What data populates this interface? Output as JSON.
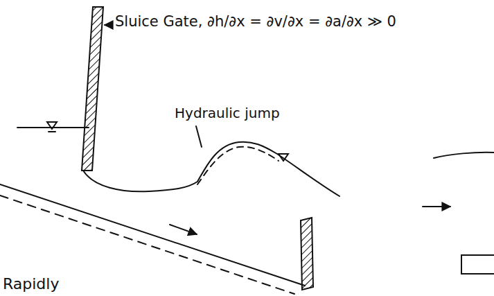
{
  "diagram": {
    "labels": [
      "Sluice Gate, ∂h/∂x = ∂v/∂x = ∂a/∂x ≫ 0",
      "Hydraulic jump",
      "Rapidly"
    ]
  }
}
